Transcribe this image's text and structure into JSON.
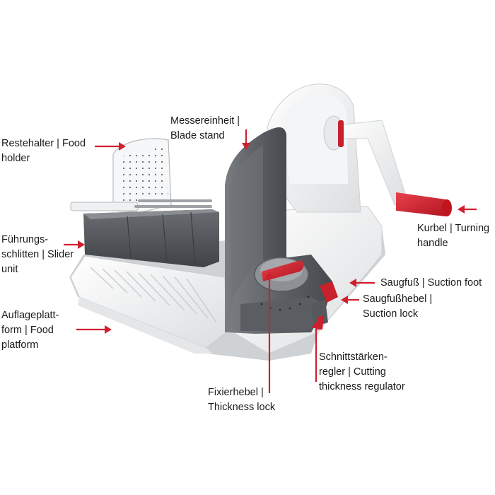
{
  "accent_color": "#d0202e",
  "labels": {
    "messereinheit": {
      "line1": "Messereinheit |",
      "line2": "Blade stand"
    },
    "restehalter": {
      "line1": "Restehalter | Food",
      "line2": "holder"
    },
    "fuehrung": {
      "line1": "Führungs-",
      "line2": "schlitten | Slider",
      "line3": "unit"
    },
    "kurbel": {
      "line1": "Kurbel | Turning",
      "line2": "handle"
    },
    "saugfuss": {
      "line1": "Saugfuß | Suction foot"
    },
    "saugfusshebel": {
      "line1": "Saugfußhebel |",
      "line2": "Suction lock"
    },
    "auflage": {
      "line1": "Auflageplatt-",
      "line2": "form | Food",
      "line3": "platform"
    },
    "schnitt": {
      "line1": "Schnittstärken-",
      "line2": "regler | Cutting",
      "line3": "thickness regulator"
    },
    "fixier": {
      "line1": "Fixierhebel |",
      "line2": "Thickness lock"
    }
  }
}
